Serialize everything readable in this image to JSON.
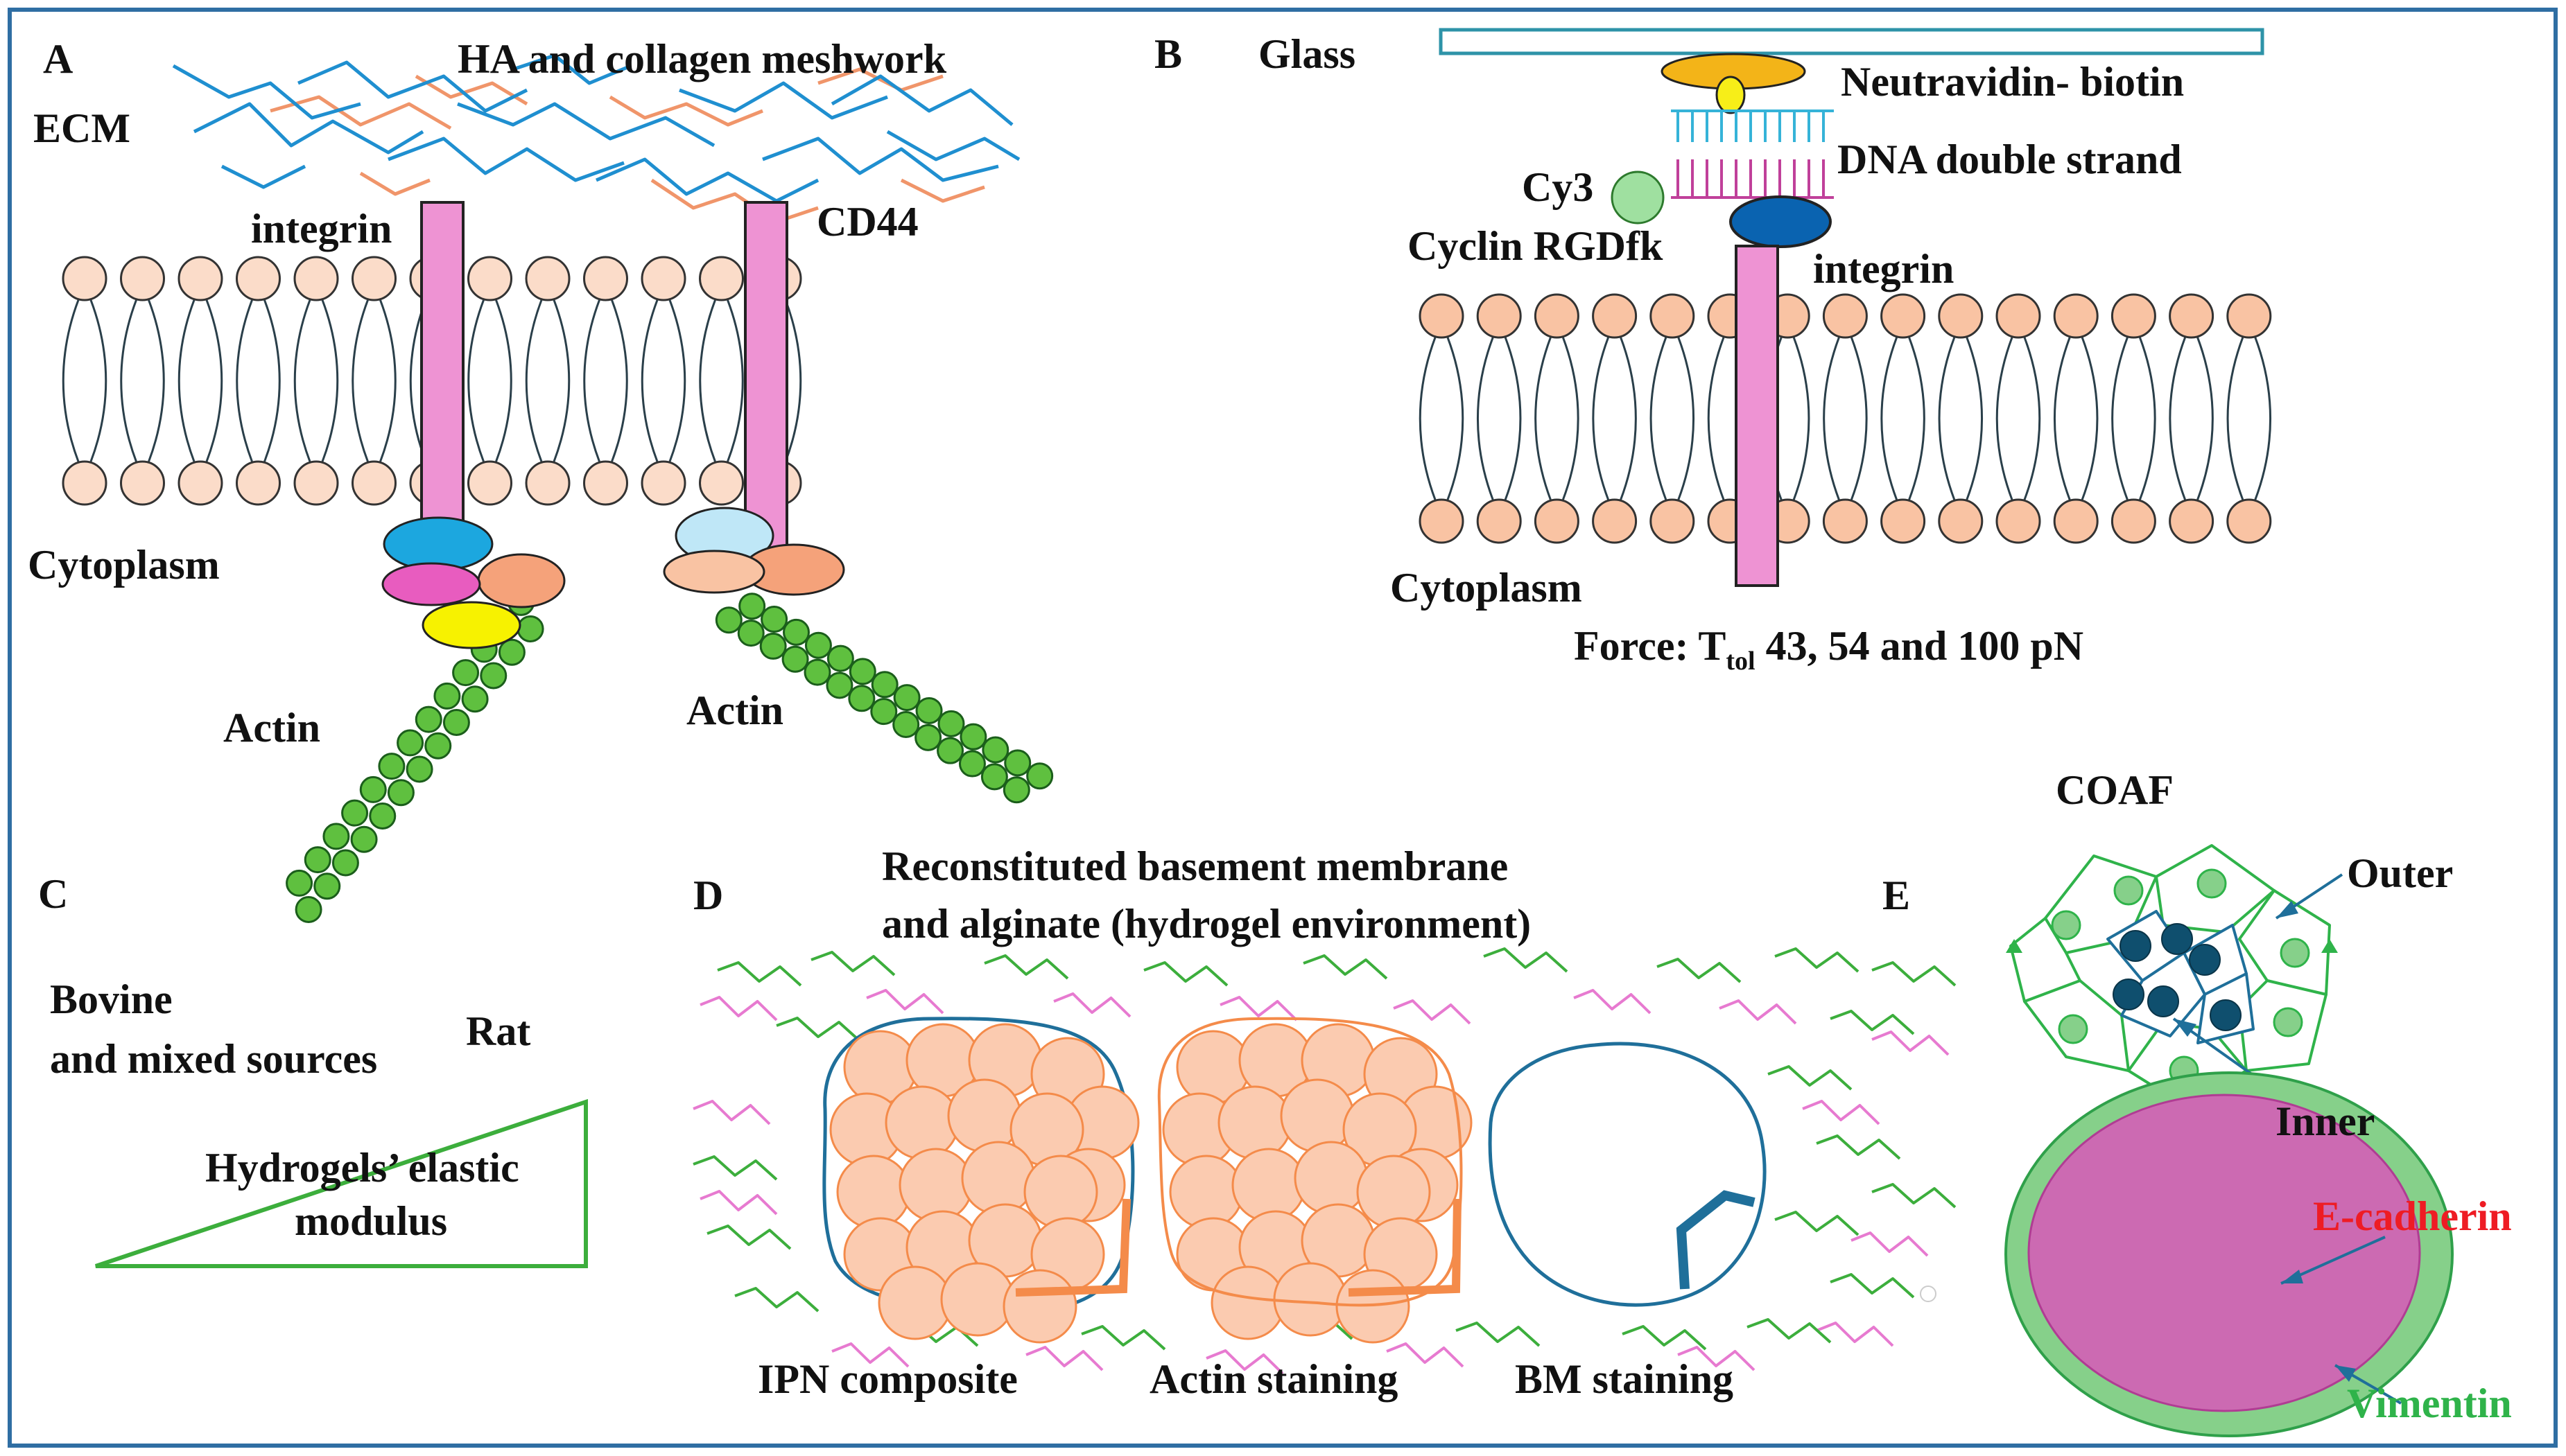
{
  "panels": {
    "A": {
      "letter": "A",
      "meshwork": "HA and collagen meshwork",
      "ecm": "ECM",
      "integrin": "integrin",
      "cd44": "CD44",
      "cytoplasm": "Cytoplasm",
      "actin_left": "Actin",
      "actin_right": "Actin"
    },
    "B": {
      "letter": "B",
      "glass": "Glass",
      "neutravidin": "Neutravidin- biotin",
      "dna": "DNA double strand",
      "cy3": "Cy3",
      "rgd": "Cyclin RGDfk",
      "integrin": "integrin",
      "cytoplasm": "Cytoplasm",
      "force_prefix": "Force: T",
      "force_sub": "tol",
      "force_suffix": " 43, 54 and 100 pN"
    },
    "C": {
      "letter": "C",
      "bovine_line1": "Bovine",
      "bovine_line2": "and mixed sources",
      "rat": "Rat",
      "modulus_line1": "Hydrogels’ elastic",
      "modulus_line2": "modulus"
    },
    "D": {
      "letter": "D",
      "title_line1": "Reconstituted basement membrane",
      "title_line2": "and alginate (hydrogel environment)",
      "label_ipn": "IPN composite",
      "label_actin": "Actin staining",
      "label_bm": "BM staining"
    },
    "E": {
      "letter": "E",
      "coaf": "COAF",
      "outer": "Outer",
      "inner": "Inner",
      "ecadherin": "E-cadherin",
      "vimentin": "Vimentin"
    }
  },
  "colors": {
    "frame": "#2f6ea3",
    "collagen": "#1f8fd0",
    "ha": "#f0956a",
    "lipid_head_a": "#fbdcc9",
    "lipid_head_b": "#f9c3a3",
    "receptor": "#ee93d3",
    "actin": "#5fc03f",
    "glass": "#2e93a8",
    "neutravidin": "#f3b418",
    "biotin": "#f7ee18",
    "dna_top": "#35b3d8",
    "dna_bottom": "#c0409a",
    "cy3": "#9fe0a0",
    "rgd": "#0a63b0",
    "adaptor_blue": "#1ca7df",
    "adaptor_magenta": "#e85cbf",
    "adaptor_salmon": "#f5a27a",
    "adaptor_yellow": "#f7f200",
    "adaptor_lightblue": "#bfe7f7",
    "hydrogel_green": "#3cae3c",
    "hydrogel_pink": "#e77ad0",
    "cell_orange": "#f48b4a",
    "cell_fill": "#fbcbb0",
    "bm_outline": "#1f6f9a",
    "ecadherin_red": "#ee1c24",
    "vimentin_green": "#2fb34a",
    "sphere_pink": "#cc6ab2",
    "sphere_ring": "#86d08a"
  }
}
